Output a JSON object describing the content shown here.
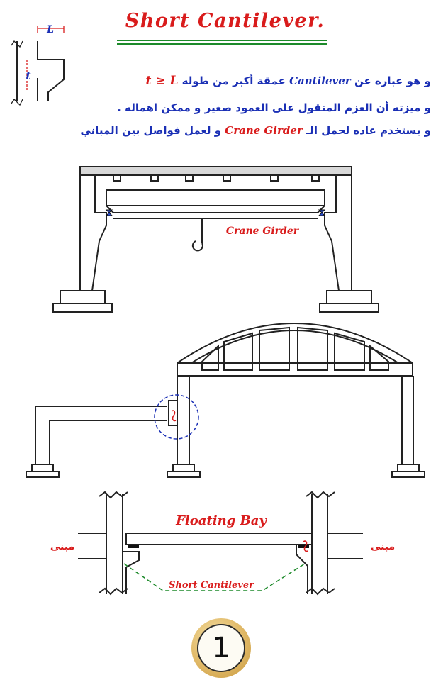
{
  "title": "Short Cantilever.",
  "lines": {
    "l1_ar": "و هو عباره عن",
    "l1_en": "Cantilever",
    "l1_ar2": "عمقة أكبر من طوله",
    "l1_formula": "t ≥ L",
    "l2": "و ميزته أن العزم المنقول على العمود صغير و ممكن اهماله .",
    "l3_ar": "و يستخدم عاده لحمل الـ",
    "l3_en": "Crane Girder",
    "l3_ar2": "و لعمل فواصل بين المباني"
  },
  "detail": {
    "dim_L": "L",
    "dim_t": "t"
  },
  "fig1": {
    "crane_label": "Crane Girder"
  },
  "fig3": {
    "bay_label": "Floating Bay",
    "cantilever_label": "Short Cantilever",
    "building_left": "مبنى",
    "building_right": "مبنى"
  },
  "page_number": "1",
  "colors": {
    "red": "#d91c1c",
    "blue": "#1a2fb5",
    "green": "#1d8a2a"
  }
}
